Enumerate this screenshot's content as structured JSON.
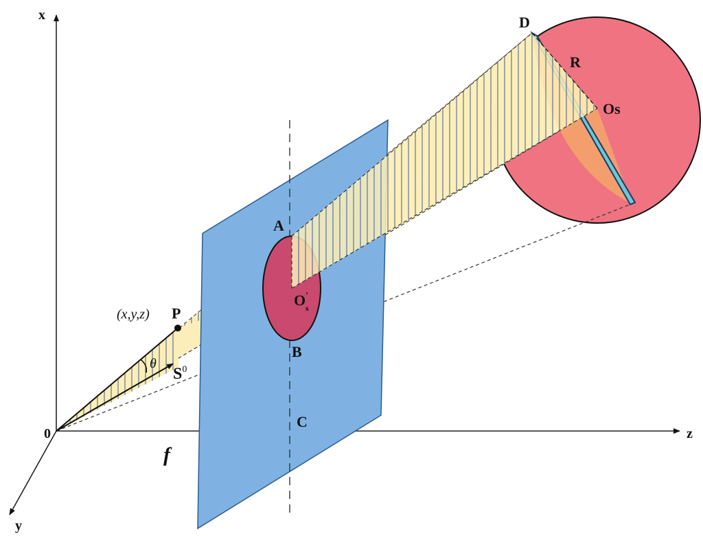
{
  "colors": {
    "plane": "#7FB2E2",
    "plane_stroke": "#2A5C92",
    "sphere": "#EF7381",
    "cone_fill": "#FBEEB8",
    "hatch": "#2F4A8A",
    "band": "#6FC7D2"
  },
  "labels": {
    "axis_x": "x",
    "axis_y": "y",
    "axis_z": "z",
    "origin": "0",
    "point_coords": "(x,y,z)",
    "point_p": "P",
    "theta": "θ",
    "s_main": "S",
    "s_sup": "0",
    "a": "A",
    "b": "B",
    "c": "C",
    "d": "D",
    "r": "R",
    "os": "Os",
    "os_prime": "O",
    "os_prime_sup": "'",
    "os_prime_sub": "s",
    "focal": "f"
  }
}
